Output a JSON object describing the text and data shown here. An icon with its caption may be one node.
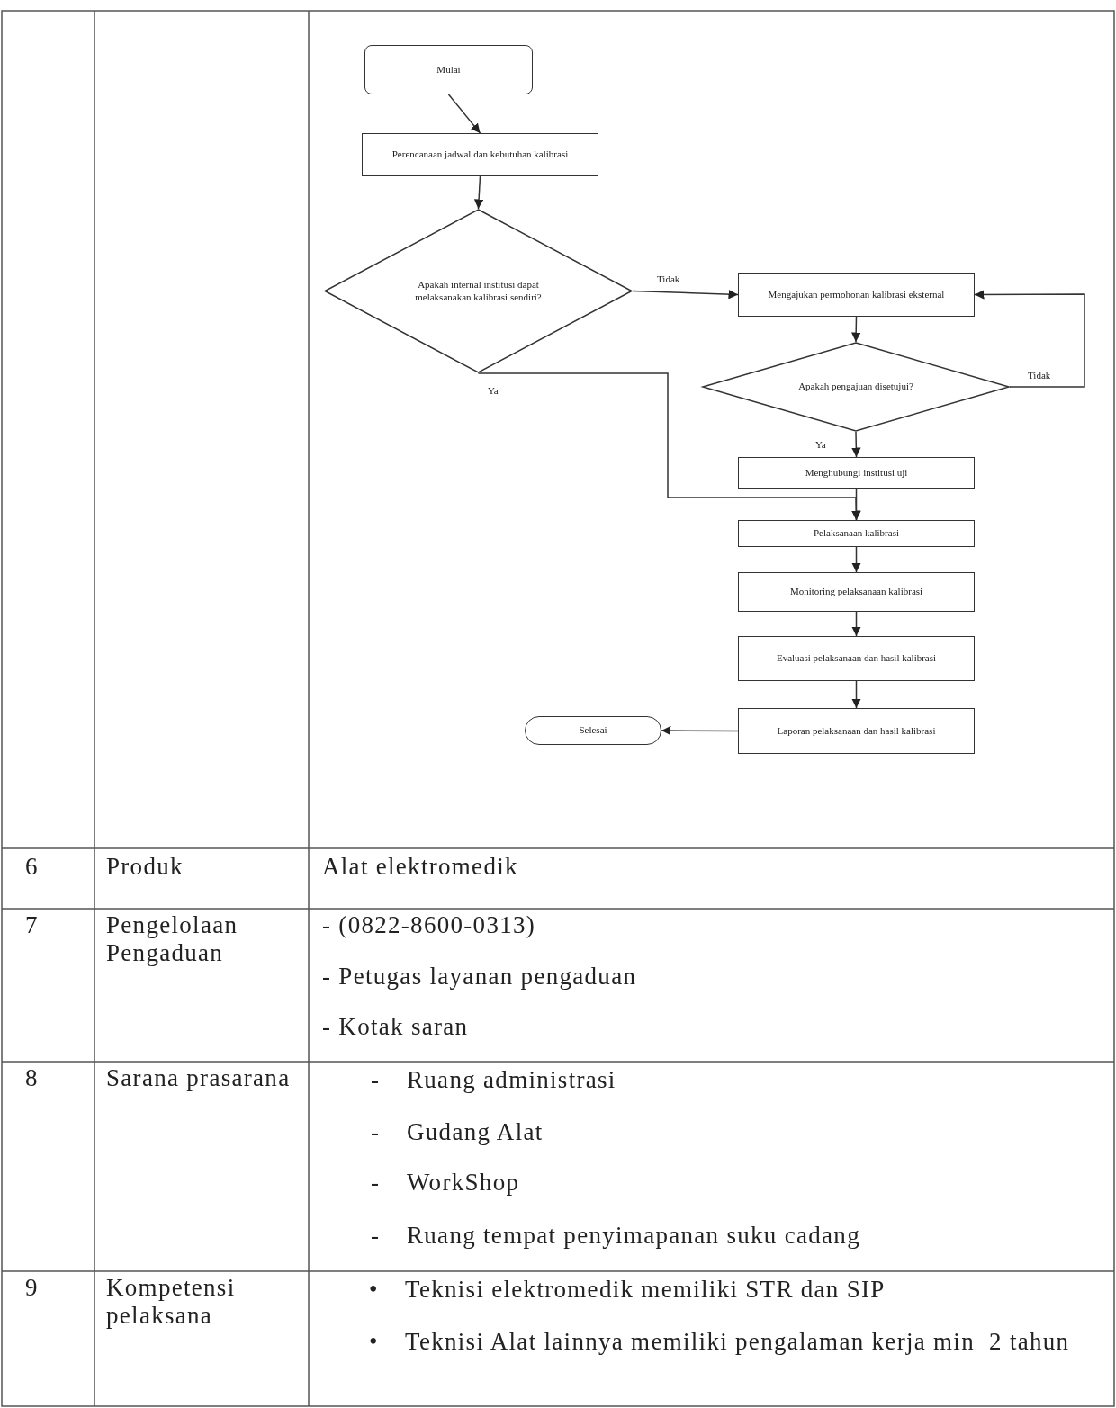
{
  "diagram": {
    "nodes": [
      {
        "text": [
          "Mulai"
        ]
      },
      {
        "text": [
          "Perencanaan jadwal dan kebutuhan kalibrasi"
        ]
      },
      {
        "text": [
          "Apakah internal institusi dapat melaksanakan kalibrasi sendiri?"
        ]
      },
      {
        "text": [
          "Mengajukan permohonan kalibrasi eksternal"
        ]
      },
      {
        "text": [
          "Apakah pengajuan disetujui?"
        ]
      },
      {
        "text": [
          "Menghubungi institusi uji"
        ]
      },
      {
        "text": [
          "Pelaksanaan kalibrasi"
        ]
      },
      {
        "text": [
          "Monitoring pelaksanaan kalibrasi"
        ]
      },
      {
        "text": [
          "Evaluasi pelaksanaan dan hasil kalibrasi"
        ]
      },
      {
        "text": [
          "Laporan pelaksanaan dan hasil kalibrasi"
        ]
      },
      {
        "text": [
          "Selesai"
        ]
      }
    ],
    "edges": [
      {
        "from": 0,
        "to": 1,
        "arrow": "to"
      },
      {
        "from": 1,
        "to": 2,
        "arrow": "to"
      },
      {
        "from": 2,
        "to": 3,
        "arrow": "to",
        "label": "Tidak"
      },
      {
        "from": 3,
        "to": 4,
        "arrow": "to"
      },
      {
        "from": 4,
        "to": 3,
        "arrow": "to",
        "label": "Tidak"
      },
      {
        "from": 4,
        "to": 5,
        "arrow": "to",
        "label": "Ya"
      },
      {
        "from": 2,
        "to": 6,
        "arrow": "to",
        "label": "Ya"
      },
      {
        "from": 5,
        "to": 6,
        "arrow": "to"
      },
      {
        "from": 6,
        "to": 7,
        "arrow": "to"
      },
      {
        "from": 7,
        "to": 8,
        "arrow": "to"
      },
      {
        "from": 8,
        "to": 9,
        "arrow": "to"
      },
      {
        "from": 9,
        "to": 10,
        "arrow": "to"
      }
    ],
    "labels": [
      "6",
      "Produk",
      "Alat elektromedik",
      "7",
      "Pengelolaan Pengaduan",
      "- (0822-8600-0313)",
      "- Petugas layanan pengaduan",
      "- Kotak saran",
      "8",
      "Sarana prasarana",
      "-",
      "Ruang administrasi",
      "-",
      "Gudang Alat",
      "-",
      "WorkShop",
      "-",
      "Ruang tempat penyimapanan suku cadang",
      "9",
      "Kompetensi pelaksana",
      "•",
      "Teknisi elektromedik memiliki STR dan SIP",
      "•",
      "Teknisi Alat lainnya memiliki pengalaman kerja min  2 tahun"
    ]
  }
}
